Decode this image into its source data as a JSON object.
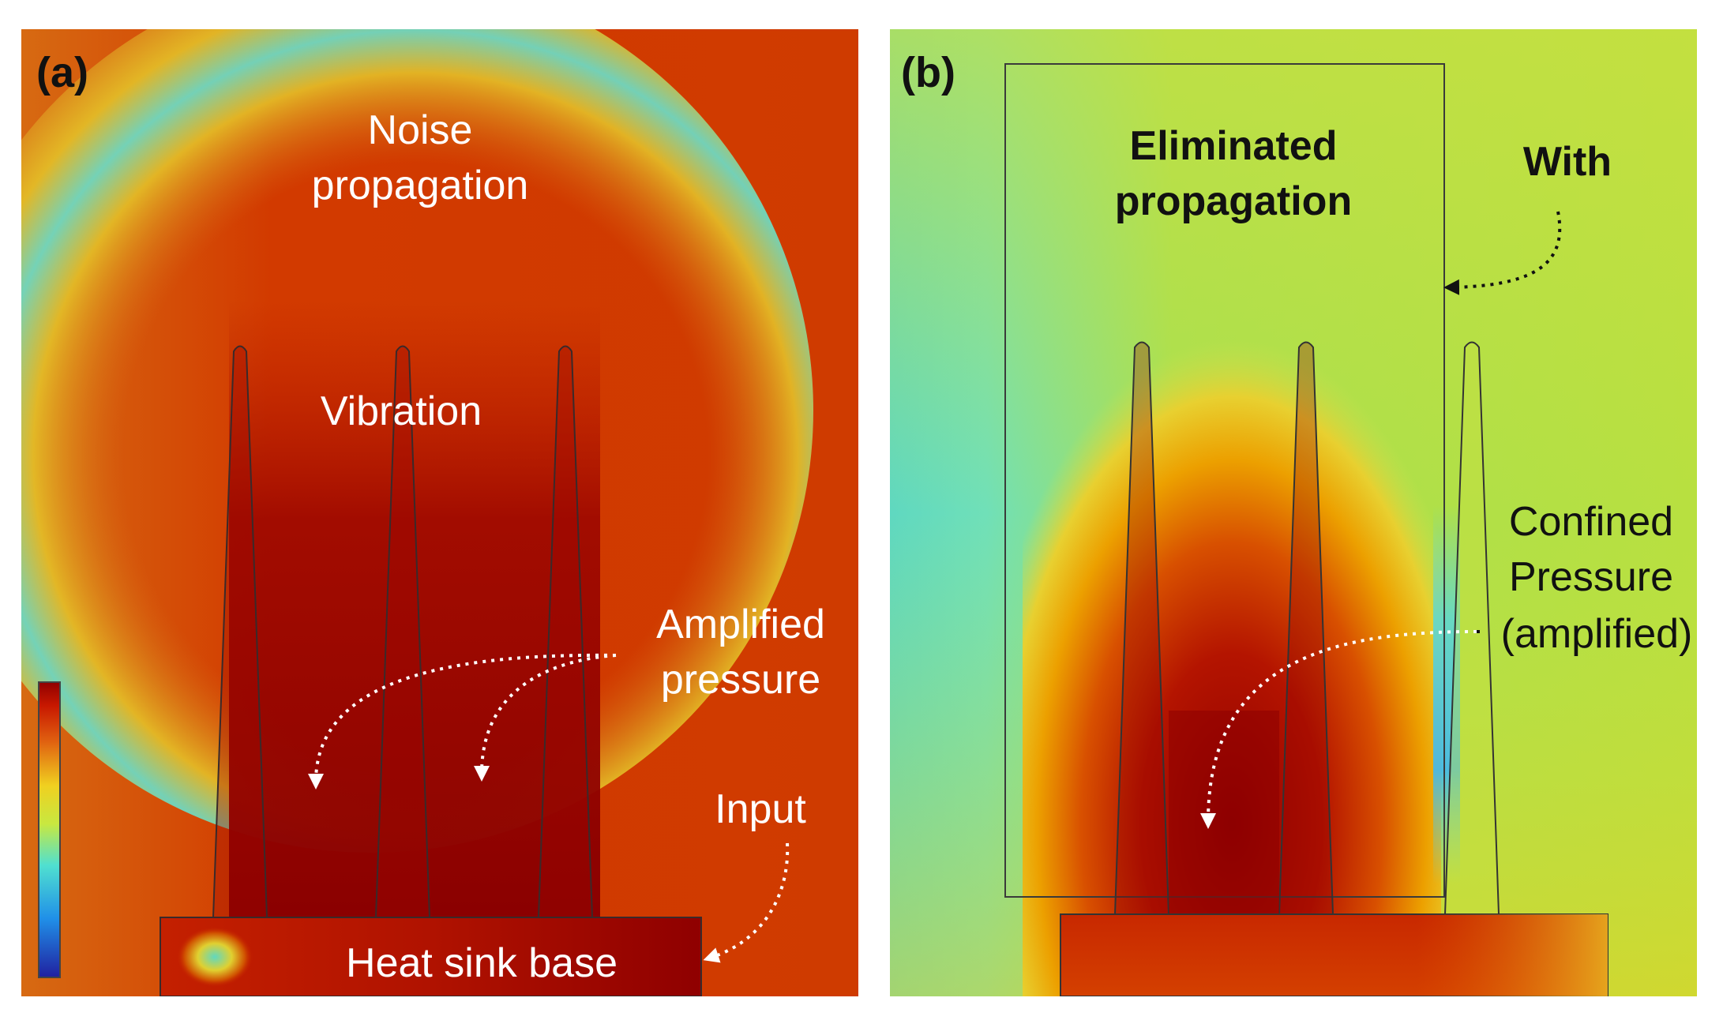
{
  "panel_a": {
    "tag": "(a)",
    "labels": {
      "noise_line1": "Noise",
      "noise_line2": "propagation",
      "vibration": "Vibration",
      "amplified_line1": "Amplified",
      "amplified_line2": "pressure",
      "input": "Input",
      "base": "Heat sink base"
    }
  },
  "panel_b": {
    "tag": "(b)",
    "labels": {
      "eliminated_line1": "Eliminated",
      "eliminated_line2": "propagation",
      "with": "With",
      "confined_line1": "Confined",
      "confined_line2": "Pressure",
      "confined_line3": "(amplified)"
    }
  },
  "colors": {
    "field_dark_red": "#8f0000",
    "field_red": "#cc2400",
    "field_orange": "#d95a00",
    "field_yellow": "#e8d020",
    "field_green": "#b8e040",
    "field_cyan": "#50d8c8",
    "outline": "#333333"
  }
}
